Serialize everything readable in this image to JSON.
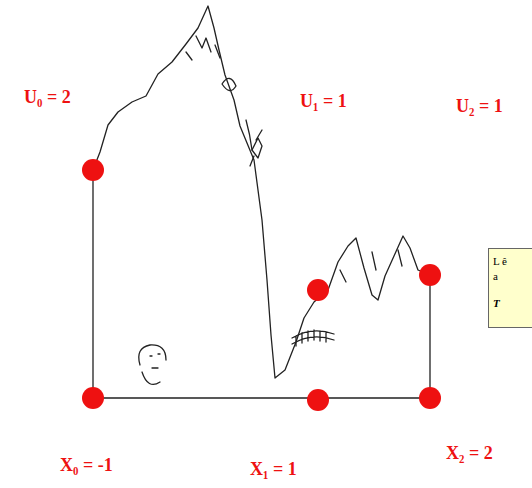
{
  "diagram": {
    "nodes": [
      {
        "text": [
          "L ê a",
          "T"
        ]
      }
    ],
    "labels": [
      "U₀ = 2",
      "U₁ = 1",
      "U₂ = 1",
      "X₀ = -1",
      "X₁ = 1",
      "X₂ = 2"
    ]
  }
}
